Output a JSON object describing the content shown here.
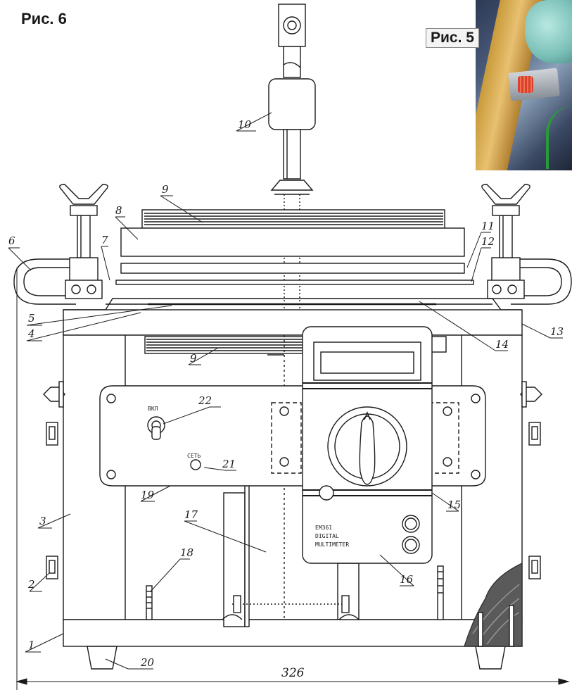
{
  "figure6": {
    "title": "Рис. 6"
  },
  "figure5": {
    "label": "Рис. 5"
  },
  "callouts": {
    "c1": "1",
    "c2": "2",
    "c3": "3",
    "c4": "4",
    "c5": "5",
    "c6": "6",
    "c7": "7",
    "c8": "8",
    "c9a": "9",
    "c9b": "9",
    "c10": "10",
    "c11": "11",
    "c12": "12",
    "c13": "13",
    "c14": "14",
    "c15": "15",
    "c16": "16",
    "c17": "17",
    "c18": "18",
    "c19": "19",
    "c20": "20",
    "c21": "21",
    "c22": "22"
  },
  "dimension": {
    "width": "326"
  },
  "panel": {
    "switch_label": "ВКЛ",
    "lamp_label": "СЕТЬ"
  },
  "multimeter": {
    "line1": "EM361",
    "line2": "DIGITAL",
    "line3": "MULTIMETER"
  }
}
